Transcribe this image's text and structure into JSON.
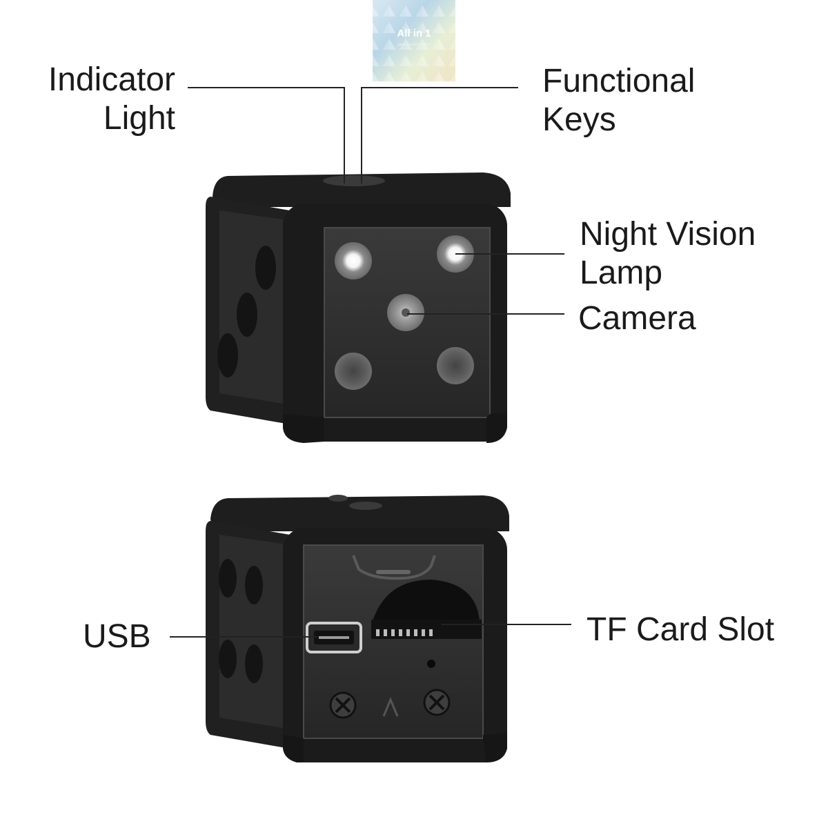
{
  "badge": {
    "title": "All in 1",
    "subtitle": "your creative feel"
  },
  "labels": {
    "indicator_line1": "Indicator",
    "indicator_line2": "Light",
    "functional_line1": "Functional",
    "functional_line2": "Keys",
    "night_line1": "Night Vision",
    "night_line2": "Lamp",
    "camera": "Camera",
    "usb": "USB",
    "tf_slot": "TF Card Slot"
  },
  "colors": {
    "body": "#1b1b1b",
    "text": "#1a1a1a",
    "leader": "#222222"
  }
}
